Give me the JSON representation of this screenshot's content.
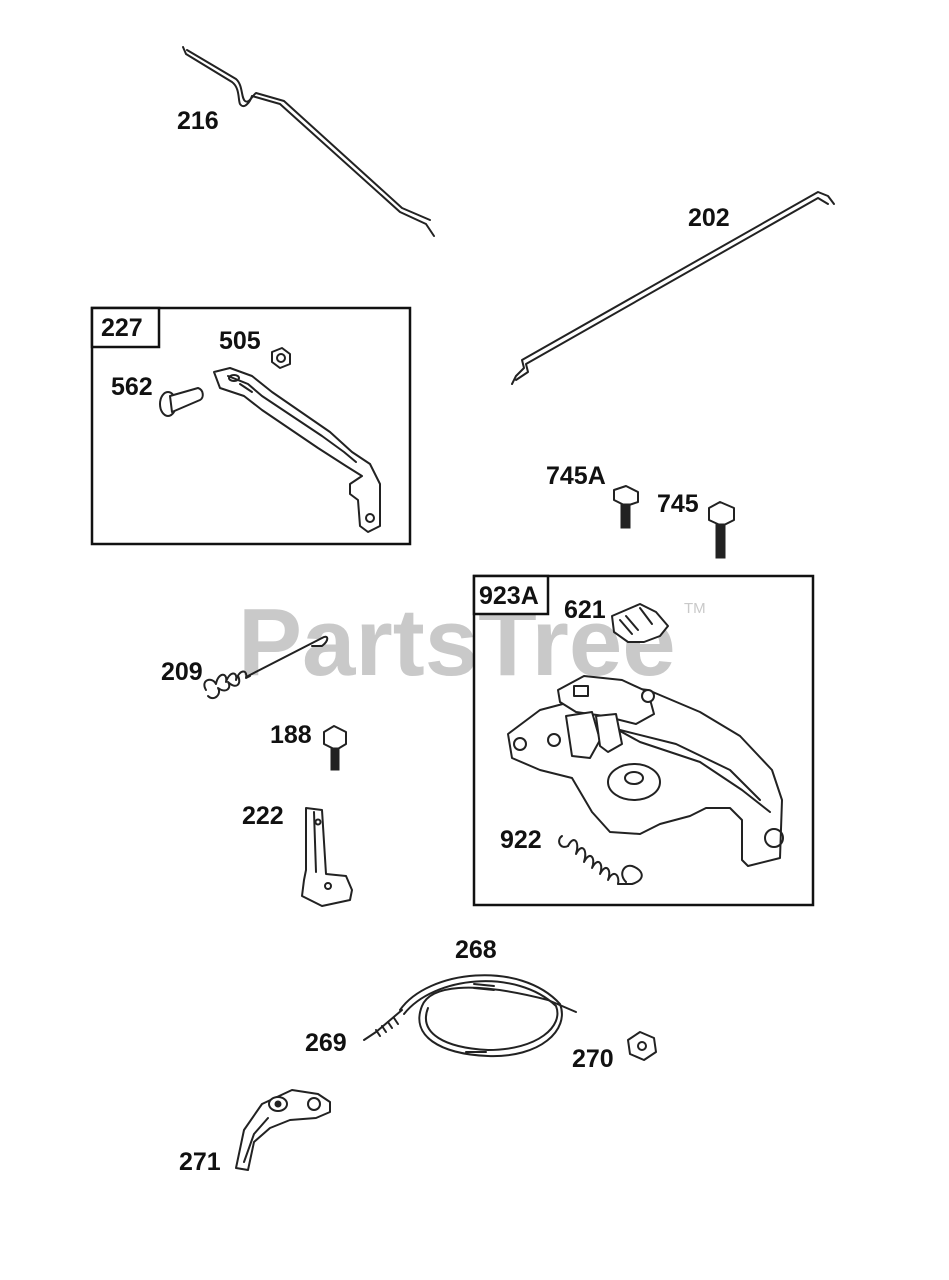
{
  "watermark": {
    "text": "PartsTree",
    "tm": "TM"
  },
  "callouts": {
    "p216": "216",
    "p202": "202",
    "p227": "227",
    "p505": "505",
    "p562": "562",
    "p745a": "745A",
    "p745": "745",
    "p923a": "923A",
    "p621": "621",
    "p209": "209",
    "p188": "188",
    "p222": "222",
    "p922": "922",
    "p268": "268",
    "p269": "269",
    "p270": "270",
    "p271": "271"
  }
}
